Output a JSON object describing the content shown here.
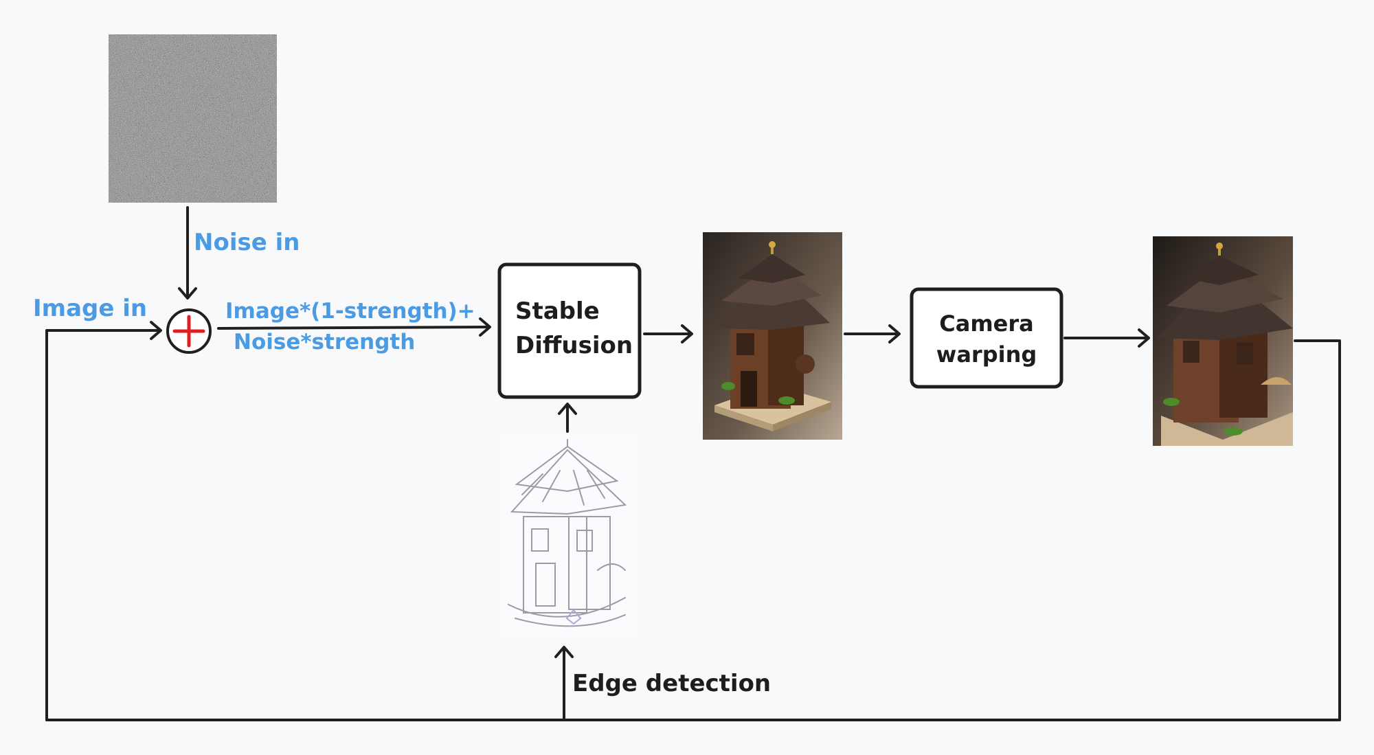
{
  "labels": {
    "noise_in": "Noise in",
    "image_in": "Image in",
    "mix_line1": "Image*(1-strength)+",
    "mix_line2": "Noise*strength",
    "sd_line1": "Stable",
    "sd_line2": "Diffusion",
    "cam_line1": "Camera",
    "cam_line2": "warping",
    "edge": "Edge detection"
  },
  "colors": {
    "background": "#f8f9fb",
    "label_blue": "#4a9be3",
    "plus_red": "#e02020",
    "stroke": "#1f1f1f"
  },
  "icons": {
    "adder": "circle-plus-icon",
    "noise": "noise-image",
    "house_out": "house-render-image",
    "house_warped": "house-warped-image",
    "edges": "edge-map-image"
  }
}
